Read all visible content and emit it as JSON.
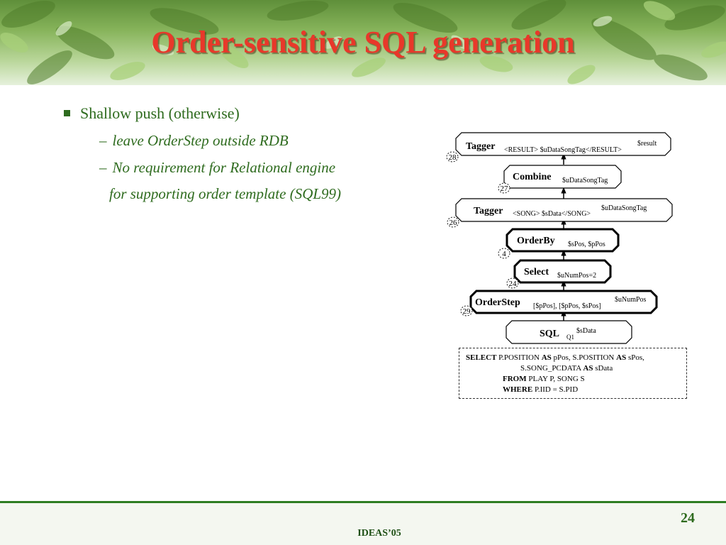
{
  "title": "Order-sensitive SQL generation",
  "bullets": {
    "main": "Shallow push (otherwise)",
    "sub1": "leave OrderStep outside RDB",
    "sub2_line1": "No requirement for Relational engine",
    "sub2_line2": "for supporting order template (SQL99)"
  },
  "diagram": {
    "nodes": [
      {
        "id": "28",
        "name": "Tagger",
        "arg": "<RESULT> $uDataSongTag</RESULT>",
        "out": "$result"
      },
      {
        "id": "27",
        "name": "Combine",
        "arg": "$uDataSongTag",
        "out": ""
      },
      {
        "id": "26",
        "name": "Tagger",
        "arg": "<SONG> $sData</SONG>",
        "out": "$uDataSongTag"
      },
      {
        "id": "4",
        "name": "OrderBy",
        "arg": "$sPos, $pPos",
        "out": ""
      },
      {
        "id": "24",
        "name": "Select",
        "arg": "$uNumPos=2",
        "out": ""
      },
      {
        "id": "29",
        "name": "OrderStep",
        "arg": "[$pPos],  [$pPos, $sPos]",
        "out": "$uNumPos"
      },
      {
        "id": "",
        "name": "SQL",
        "arg": "Q1",
        "out": "$sData"
      }
    ],
    "sql": {
      "kw_select": "SELECT",
      "select_rest_1": "P.POSITION",
      "kw_as1": "AS",
      "select_rest_2": "pPos, S.POSITION",
      "kw_as2": "AS",
      "select_rest_3": "sPos,",
      "line2_a": "S.SONG_PCDATA",
      "kw_as3": "AS",
      "line2_b": "sData",
      "kw_from": "FROM",
      "from_rest": "PLAY P, SONG S",
      "kw_where": "WHERE",
      "where_rest": "P.IID = S.PID"
    }
  },
  "footer": {
    "page": "24",
    "label": "IDEAS’05"
  },
  "colors": {
    "title": "#e8382a",
    "bullet_text": "#2e6b1e",
    "footer_rule": "#2e7d22"
  }
}
